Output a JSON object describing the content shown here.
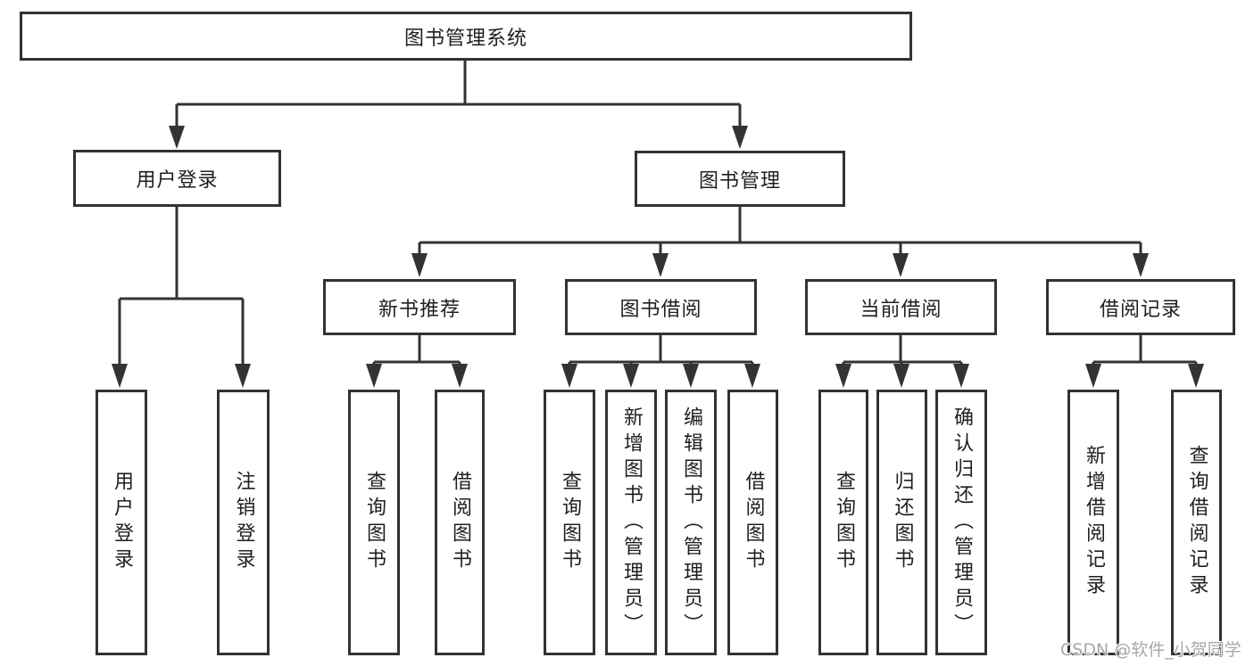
{
  "diagram": {
    "title": "图书管理系统",
    "line_color": "#333333",
    "box_border_color": "#323232",
    "text_color": "#1f1f1f",
    "background_color": "#ffffff",
    "nodes": {
      "root": {
        "label": "图书管理系统"
      },
      "user_login": {
        "label": "用户登录"
      },
      "book_mgmt": {
        "label": "图书管理"
      },
      "new_book_rec": {
        "label": "新书推荐"
      },
      "book_borrow": {
        "label": "图书借阅"
      },
      "current_borrow": {
        "label": "当前借阅"
      },
      "borrow_records": {
        "label": "借阅记录"
      },
      "op_user_login": {
        "label": "用户登录"
      },
      "op_logout": {
        "label": "注销登录"
      },
      "op_query_books_rec": {
        "label": "查询图书"
      },
      "op_borrow_books_rec": {
        "label": "借阅图书"
      },
      "op_query_books_borrow": {
        "label": "查询图书"
      },
      "op_add_books": {
        "label": "新增图书（管理员）"
      },
      "op_edit_books": {
        "label": "编辑图书（管理员）"
      },
      "op_borrow_books_borrow": {
        "label": "借阅图书"
      },
      "op_query_books_current": {
        "label": "查询图书"
      },
      "op_return_books": {
        "label": "归还图书"
      },
      "op_confirm_return": {
        "label": "确认归还（管理员）"
      },
      "op_add_borrow_record": {
        "label": "新增借阅记录"
      },
      "op_query_borrow_record": {
        "label": "查询借阅记录"
      }
    },
    "hierarchy": [
      {
        "node": "root",
        "children": [
          {
            "node": "user_login",
            "children": [
              {
                "node": "op_user_login"
              },
              {
                "node": "op_logout"
              }
            ]
          },
          {
            "node": "book_mgmt",
            "children": [
              {
                "node": "new_book_rec",
                "children": [
                  {
                    "node": "op_query_books_rec"
                  },
                  {
                    "node": "op_borrow_books_rec"
                  }
                ]
              },
              {
                "node": "book_borrow",
                "children": [
                  {
                    "node": "op_query_books_borrow"
                  },
                  {
                    "node": "op_add_books"
                  },
                  {
                    "node": "op_edit_books"
                  },
                  {
                    "node": "op_borrow_books_borrow"
                  }
                ]
              },
              {
                "node": "current_borrow",
                "children": [
                  {
                    "node": "op_query_books_current"
                  },
                  {
                    "node": "op_return_books"
                  },
                  {
                    "node": "op_confirm_return"
                  }
                ]
              },
              {
                "node": "borrow_records",
                "children": [
                  {
                    "node": "op_add_borrow_record"
                  },
                  {
                    "node": "op_query_borrow_record"
                  }
                ]
              }
            ]
          }
        ]
      }
    ]
  },
  "watermark": {
    "text": "CSDN @软件_小贺同学",
    "color": "#a8a8a8"
  }
}
